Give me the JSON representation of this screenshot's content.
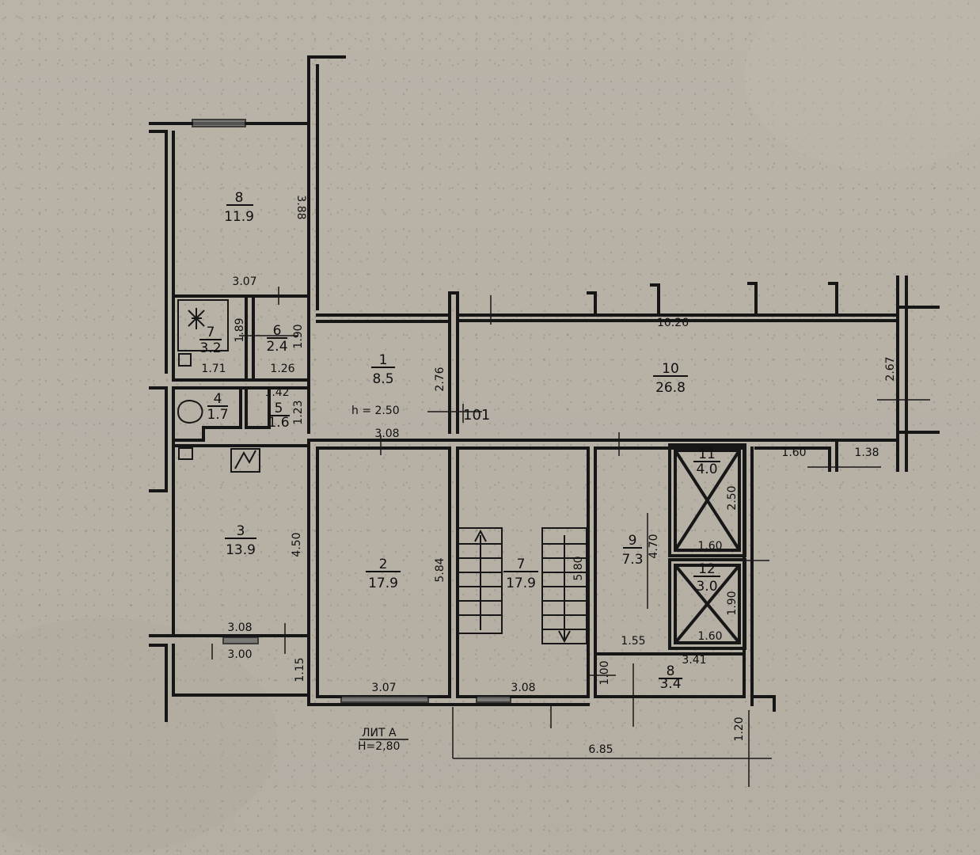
{
  "plan": {
    "rooms": [
      {
        "number": "8",
        "area": "11.9"
      },
      {
        "number": "7",
        "area": "3.2"
      },
      {
        "number": "6",
        "area": "2.4"
      },
      {
        "number": "4",
        "area": "1.7"
      },
      {
        "number": "5",
        "area": "1.6"
      },
      {
        "number": "1",
        "area": "8.5"
      },
      {
        "number": "10",
        "area": "26.8"
      },
      {
        "number": "3",
        "area": "13.9"
      },
      {
        "number": "2",
        "area": "17.9"
      },
      {
        "number": "7",
        "area": "17.9"
      },
      {
        "number": "9",
        "area": "7.3"
      },
      {
        "number": "11",
        "area": "4.0"
      },
      {
        "number": "12",
        "area": "3.0"
      },
      {
        "number": "8",
        "area": "3.4"
      }
    ],
    "dimensions": [
      "3.88",
      "3.07",
      "1.89",
      "1.90",
      "1.71",
      "1.26",
      "1.42",
      "1.23",
      "2.76",
      "10.26",
      "2.67",
      "3.08",
      "1.60",
      "1.38",
      "2.50",
      "4.70",
      "1.60",
      "4.50",
      "5.84",
      "5.80",
      "1.90",
      "1.60",
      "3.08",
      "3.00",
      "1.55",
      "3.41",
      "1.00",
      "1.15",
      "3.07",
      "3.08",
      "1.20",
      "6.85"
    ],
    "labels": {
      "height_upper": "h = 2.50",
      "unit_number": "101",
      "lit_label": "ЛИТ А",
      "height_lower": "Н=2,80"
    }
  }
}
